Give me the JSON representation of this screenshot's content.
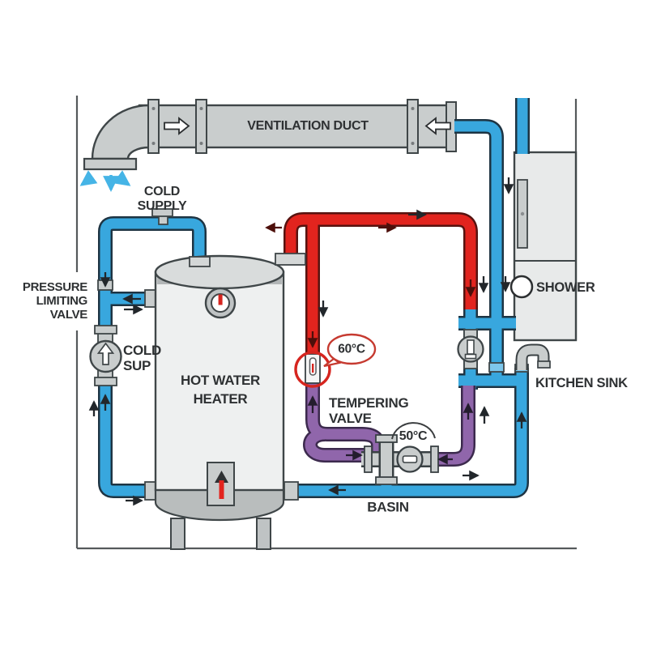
{
  "diagram_title": "Hot water heater plumbing schematic",
  "labels": {
    "ventilation_duct": "VENTILATION DUCT",
    "cold_supply": "COLD\nSUPPLY",
    "pressure_limiting_valve": "PRESSURE\nLIMITING\nVALVE",
    "cold_sup": "COLD\nSUP",
    "hot_water_heater": "HOT WATER\nHEATER",
    "tempering_valve": "TEMPERING\nVALVE",
    "shower": "SHOWER",
    "kitchen_sink": "KITCHEN SINK",
    "basin": "BASIN"
  },
  "readings": {
    "tank_outlet_temp": "60°C",
    "tempered_temp": "50°C"
  },
  "colors": {
    "cold_water_pipe": "#38a7de",
    "hot_water_pipe": "#e2241e",
    "tempered_water_pipe": "#9066ab",
    "duct_gray": "#c9cdcd",
    "callout_red": "#d6251f",
    "spray_blue": "#45b4e6",
    "text": "#2e3133"
  }
}
